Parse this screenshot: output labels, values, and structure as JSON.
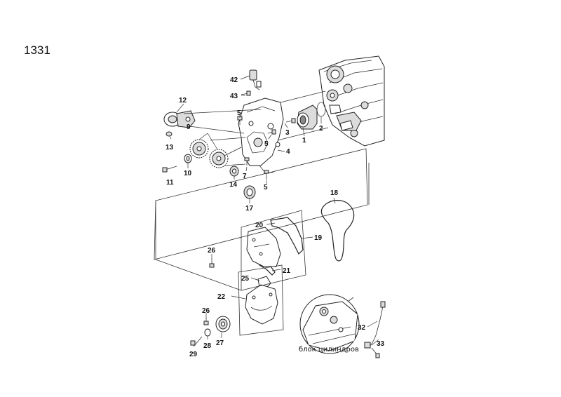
{
  "figure_number": "1331",
  "caption": "блок цилиндров",
  "callouts": {
    "c1": "1",
    "c2": "2",
    "c3": "3",
    "c4": "4",
    "c5a": "5",
    "c5b": "5",
    "c5c": "5",
    "c7": "7",
    "c9": "9",
    "c10": "10",
    "c11": "11",
    "c12": "12",
    "c13": "13",
    "c14": "14",
    "c17": "17",
    "c18": "18",
    "c19": "19",
    "c20": "20",
    "c21": "21",
    "c22": "22",
    "c25": "25",
    "c26a": "26",
    "c26b": "26",
    "c27": "27",
    "c28": "28",
    "c29": "29",
    "c32": "32",
    "c33": "33",
    "c42": "42",
    "c43": "43"
  }
}
